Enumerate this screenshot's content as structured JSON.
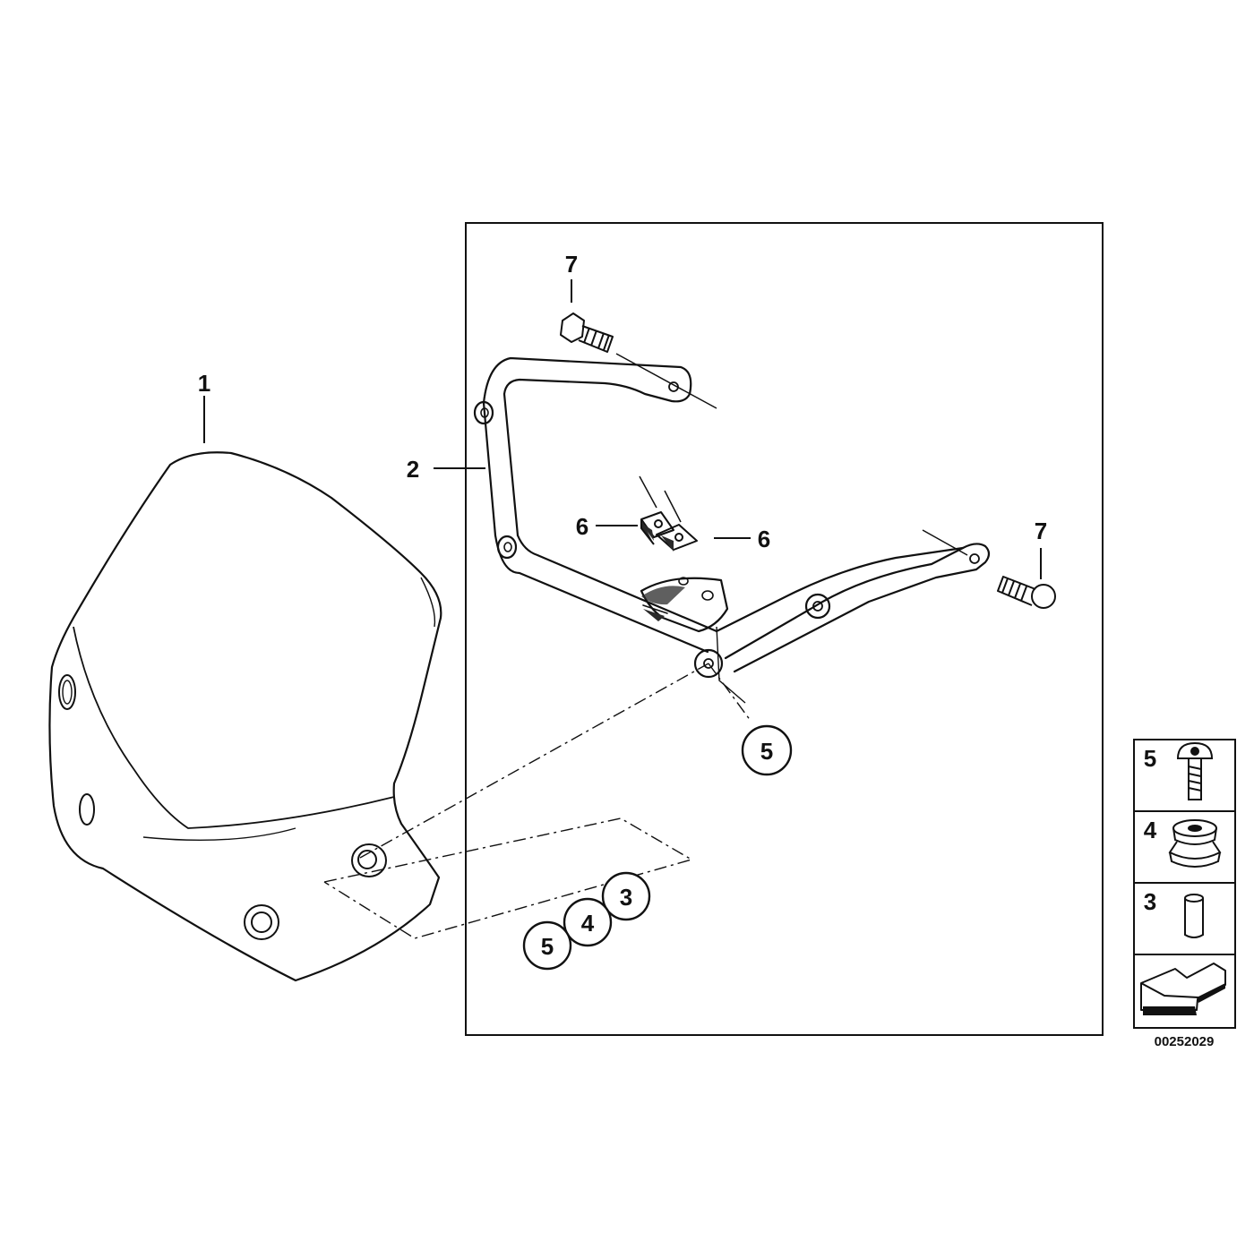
{
  "diagram": {
    "callouts": {
      "c1": "1",
      "c2": "2",
      "c6a": "6",
      "c6b": "6",
      "c7a": "7",
      "c7b": "7",
      "c5_bracket": "5",
      "c5_set": "5",
      "c4_set": "4",
      "c3_set": "3"
    },
    "legend": {
      "item5": "5",
      "item4": "4",
      "item3": "3"
    },
    "reference_number": "00252029",
    "colors": {
      "ink": "#111111",
      "shade": "#2a2a2a",
      "paper": "#ffffff"
    }
  }
}
